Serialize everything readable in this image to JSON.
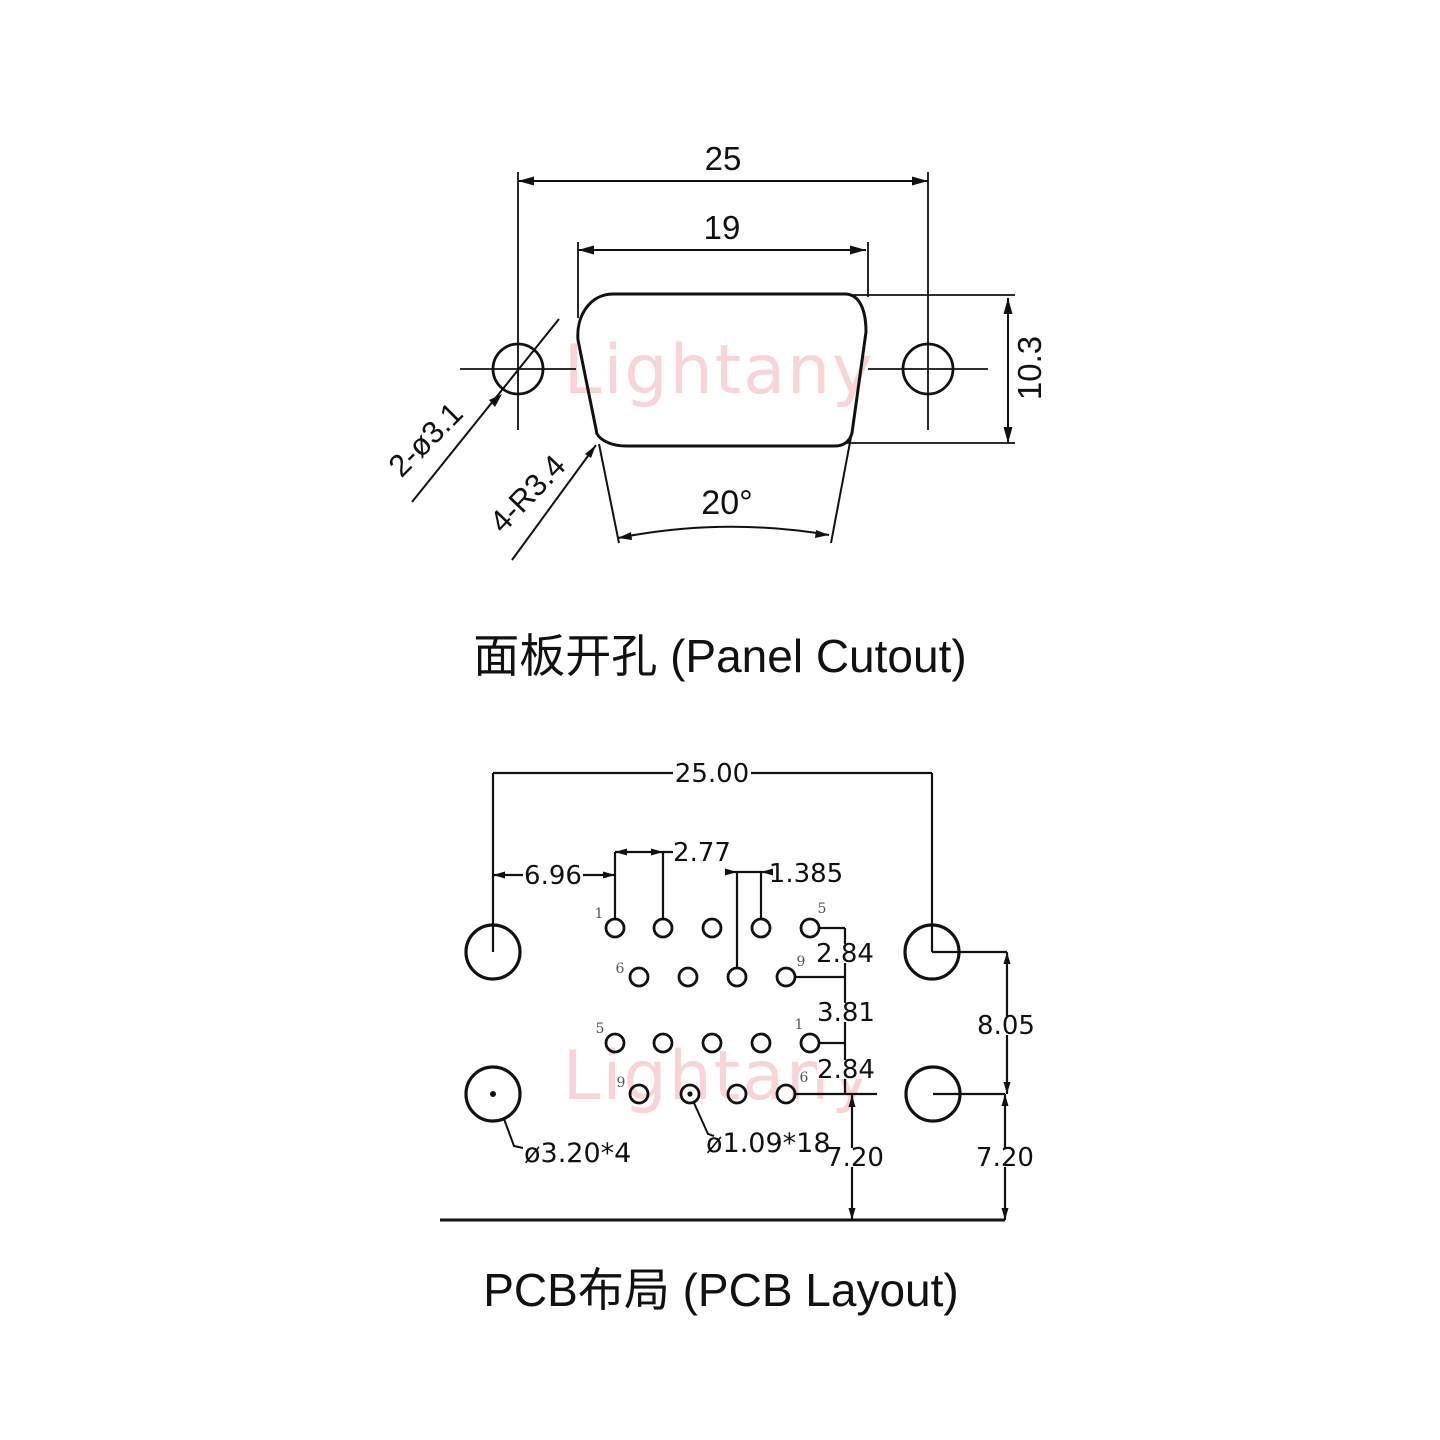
{
  "watermark": {
    "text": "Lightany",
    "color": "#f9d4d6"
  },
  "panel_cutout": {
    "caption": "面板开孔 (Panel Cutout)",
    "dims": {
      "outer_width": "25",
      "inner_width": "19",
      "height": "10.3",
      "angle": "20°",
      "mount_holes": "2-ø3.1",
      "corner_radius": "4-R3.4"
    }
  },
  "pcb_layout": {
    "caption": "PCB布局 (PCB Layout)",
    "dims": {
      "mount_span": "25.00",
      "pin_offset": "6.96",
      "pin_pitch": "2.77",
      "row_stagger": "1.385",
      "row_gap_1": "2.84",
      "row_gap_2": "3.81",
      "row_gap_3": "2.84",
      "mount_gap": "8.05",
      "bottom_left": "7.20",
      "bottom_right": "7.20",
      "mount_hole_spec": "ø3.20*4",
      "pin_hole_spec": "ø1.09*18"
    },
    "pin_labels": {
      "row1_first": "1",
      "row1_last": "5",
      "row2_first": "6",
      "row2_last": "9",
      "row3_first": "5",
      "row3_last": "1",
      "row4_first": "9",
      "row4_last": "6"
    }
  }
}
